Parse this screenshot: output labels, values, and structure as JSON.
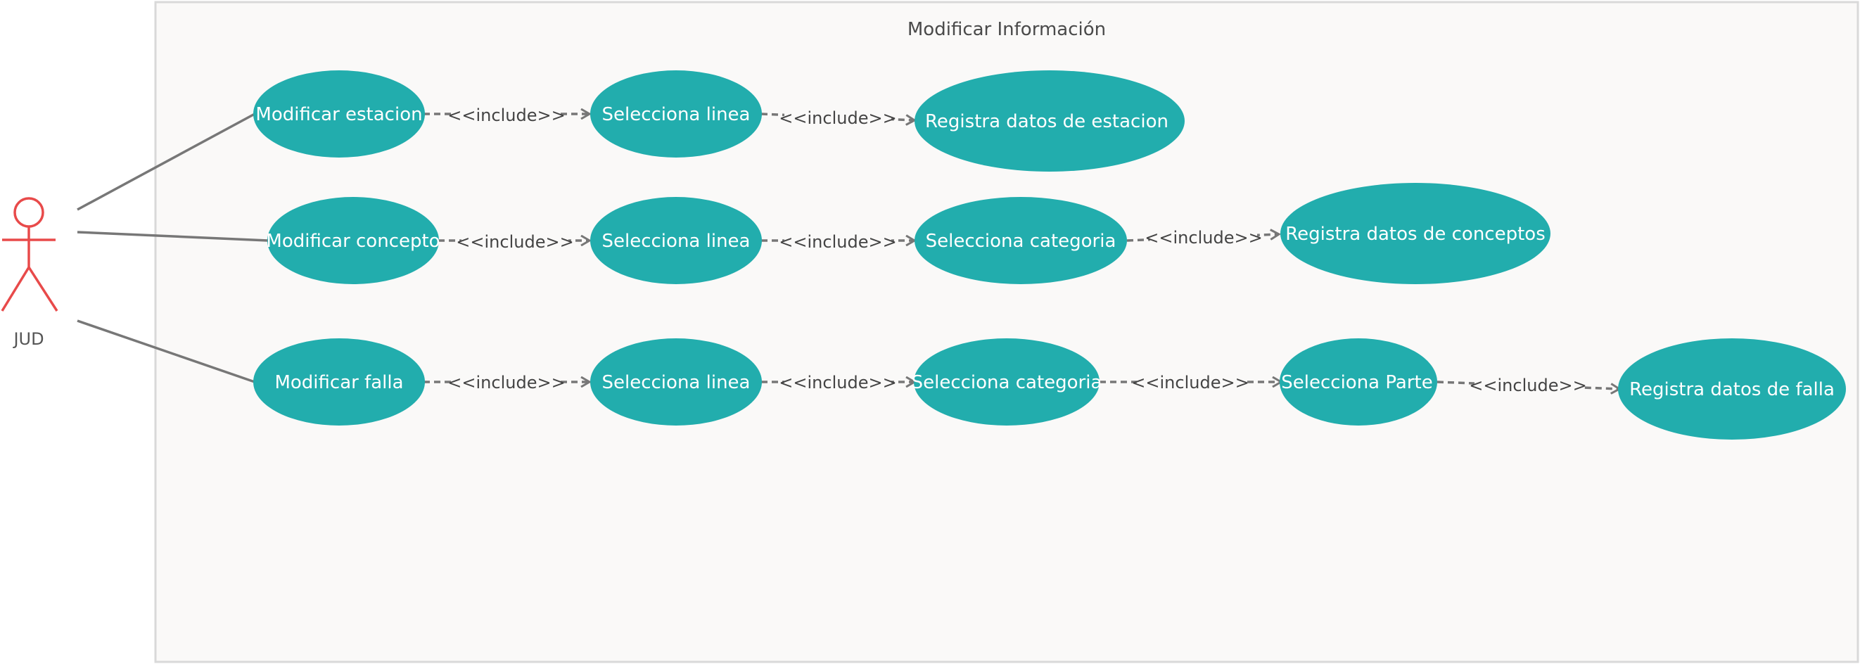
{
  "title": "Modificar Información",
  "actor": {
    "name": "JUD",
    "color": "#e84a4a"
  },
  "colors": {
    "usecase": "#22adad",
    "line": "#777777",
    "boundary_fill": "#faf9f8",
    "boundary_stroke": "#d9d9d9"
  },
  "include_label": "<<include>>",
  "use_cases": [
    {
      "id": "uc1",
      "label": "Modificar estacion"
    },
    {
      "id": "uc2",
      "label": "Selecciona linea"
    },
    {
      "id": "uc3",
      "label": "Registra datos de estacion"
    },
    {
      "id": "uc4",
      "label": "Modificar concepto"
    },
    {
      "id": "uc5",
      "label": "Selecciona linea"
    },
    {
      "id": "uc6",
      "label": "Selecciona categoria"
    },
    {
      "id": "uc7",
      "label": "Registra datos de conceptos"
    },
    {
      "id": "uc8",
      "label": "Modificar falla"
    },
    {
      "id": "uc9",
      "label": "Selecciona linea"
    },
    {
      "id": "uc10",
      "label": "Selecciona categoria"
    },
    {
      "id": "uc11",
      "label": "Selecciona Parte"
    },
    {
      "id": "uc12",
      "label": "Registra datos de falla"
    }
  ],
  "associations": [
    {
      "from": "actor",
      "to": "uc1"
    },
    {
      "from": "actor",
      "to": "uc4"
    },
    {
      "from": "actor",
      "to": "uc8"
    }
  ],
  "includes": [
    {
      "from": "uc1",
      "to": "uc2"
    },
    {
      "from": "uc2",
      "to": "uc3"
    },
    {
      "from": "uc4",
      "to": "uc5"
    },
    {
      "from": "uc5",
      "to": "uc6"
    },
    {
      "from": "uc6",
      "to": "uc7"
    },
    {
      "from": "uc8",
      "to": "uc9"
    },
    {
      "from": "uc9",
      "to": "uc10"
    },
    {
      "from": "uc10",
      "to": "uc11"
    },
    {
      "from": "uc11",
      "to": "uc12"
    }
  ]
}
